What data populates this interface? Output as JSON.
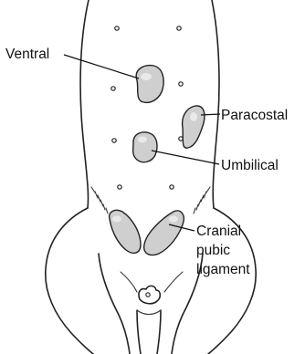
{
  "labels": {
    "ventral": "Ventral",
    "paracostal": "Paracostal",
    "umbilical": "Umbilical",
    "cranial_pubic_line1": "Cranial",
    "cranial_pubic_line2": "pubic",
    "cranial_pubic_line3": "ligament"
  },
  "colors": {
    "hernia_fill": "#cfcfcf",
    "outline": "#222222",
    "background": "#ffffff"
  }
}
